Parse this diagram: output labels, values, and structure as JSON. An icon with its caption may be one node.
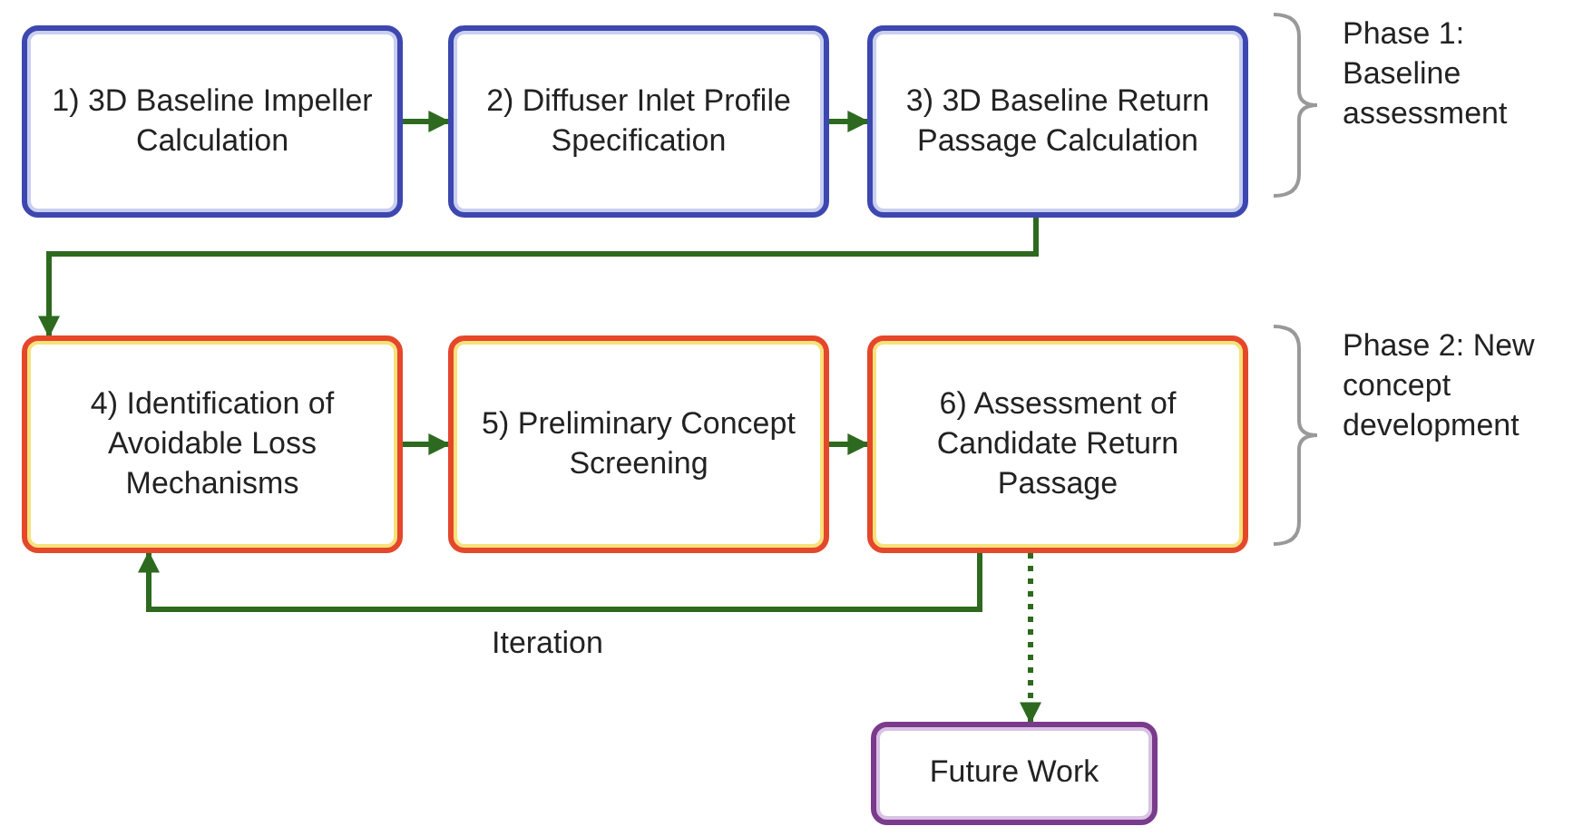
{
  "diagram": {
    "nodes": [
      {
        "text": [
          "1) 3D Baseline Impeller Calculation"
        ]
      },
      {
        "text": [
          "2) Diffuser Inlet Profile Specification"
        ]
      },
      {
        "text": [
          "3) 3D Baseline Return Passage Calculation"
        ]
      },
      {
        "text": [
          "4) Identification of Avoidable Loss Mechanisms"
        ]
      },
      {
        "text": [
          "5) Preliminary Concept Screening"
        ]
      },
      {
        "text": [
          "6) Assessment of Candidate Return Passage"
        ]
      },
      {
        "text": [
          "Future Work"
        ]
      }
    ],
    "edges": [
      {
        "from": 0,
        "to": 1,
        "arrow": "to"
      },
      {
        "from": 1,
        "to": 2,
        "arrow": "to"
      },
      {
        "from": 2,
        "to": 3,
        "arrow": "to"
      },
      {
        "from": 3,
        "to": 4,
        "arrow": "to"
      },
      {
        "from": 4,
        "to": 5,
        "arrow": "to"
      },
      {
        "from": 5,
        "to": 3,
        "arrow": "to",
        "label": "Iteration"
      },
      {
        "from": 5,
        "to": 6,
        "arrow": "to",
        "style": "dashed"
      }
    ],
    "labels": [
      "Phase 1: Baseline assessment",
      "Phase 2: New concept development"
    ]
  }
}
